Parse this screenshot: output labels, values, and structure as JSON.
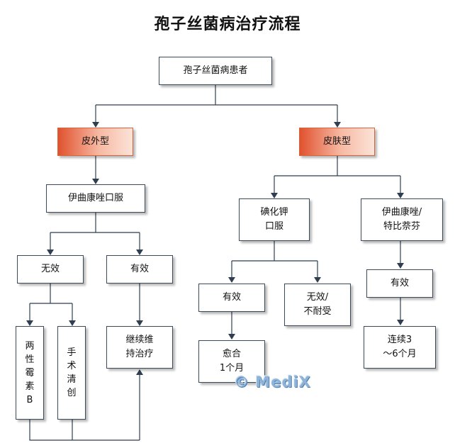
{
  "title": "孢子丝菌病治疗流程",
  "nodes": {
    "root": "孢子丝菌病患者",
    "type_outer": "皮外型",
    "type_skin": "皮肤型",
    "itraconazole_oral": "伊曲康唑口服",
    "invalid_left": "无效",
    "effective_left": "有效",
    "amphotericin": "两性霉素B",
    "surgery": "手术清创",
    "continue_treatment": "继续维\n持治疗",
    "ki_oral": "碘化钾\n口服",
    "itra_terbinafine": "伊曲康唑/\n特比萘芬",
    "effective_mid": "有效",
    "invalid_intolerant": "无效/\n不耐受",
    "effective_right": "有效",
    "cured": "愈合\n1个月",
    "continue_3_6": "连续3\n～6个月"
  },
  "watermark": "© MediX",
  "colors": {
    "line": "#2f3f50",
    "box_border": "#3a4a5a",
    "type_box_gradient_start": "#e0522e"
  }
}
